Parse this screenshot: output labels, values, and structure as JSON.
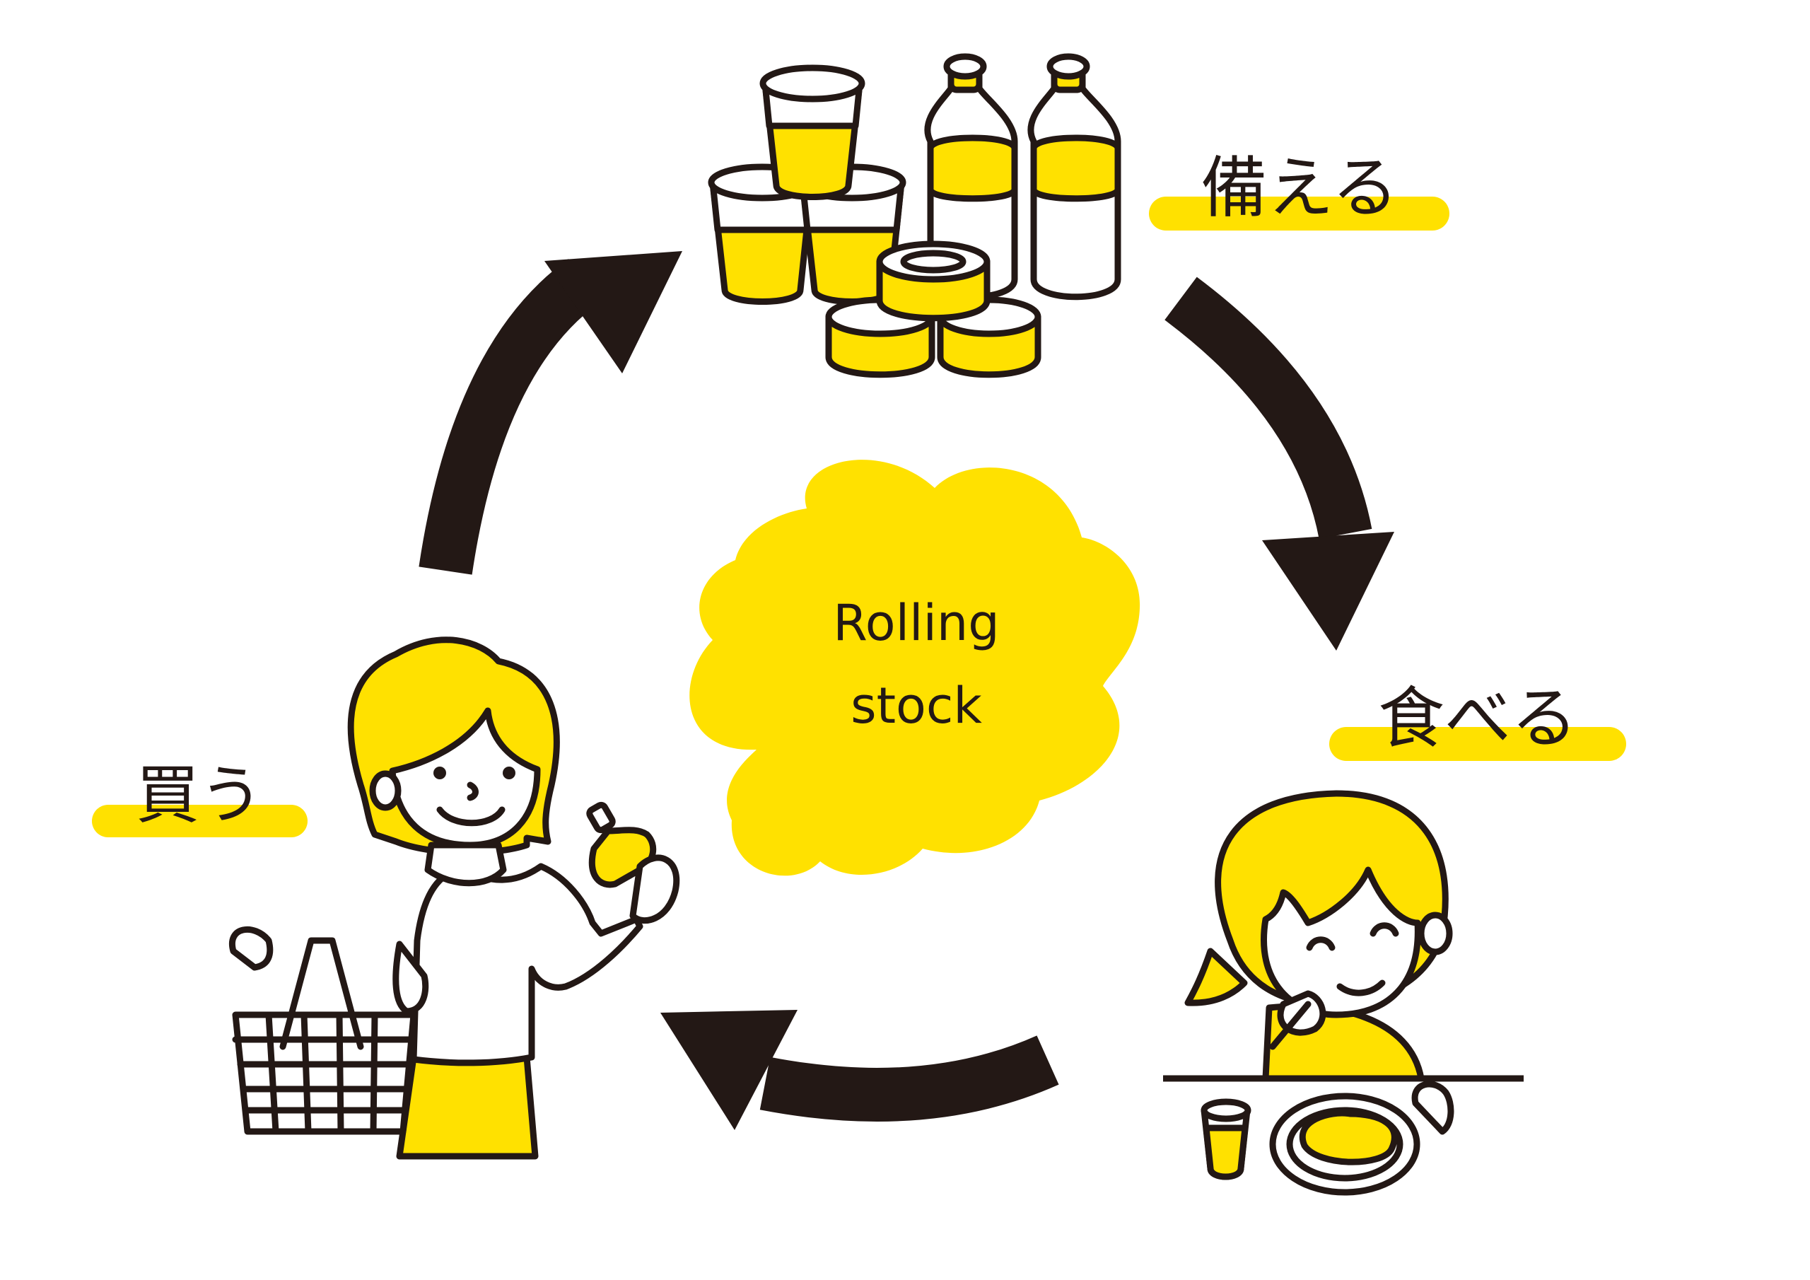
{
  "center": {
    "line1": "Rolling",
    "line2": "stock"
  },
  "steps": {
    "prepare": "備える",
    "eat": "食べる",
    "buy": "買う"
  },
  "colors": {
    "yellow": "#FFE100",
    "ink": "#231815",
    "background": "#FFFFFF"
  },
  "icons": {
    "stock": "emergency-food-stock-illustration",
    "eat": "child-eating-illustration",
    "buy": "woman-shopping-illustration"
  }
}
